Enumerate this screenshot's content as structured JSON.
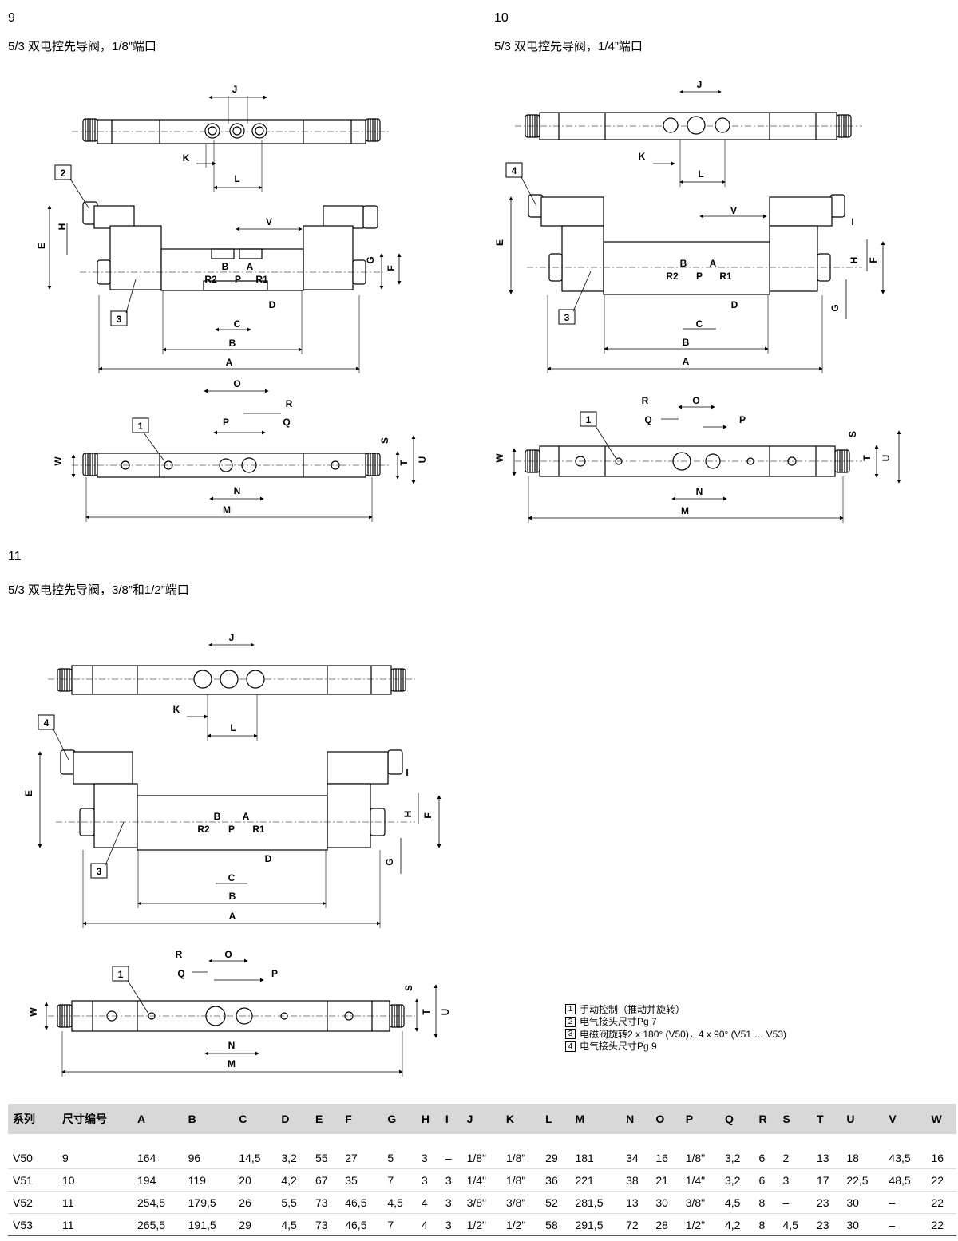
{
  "figures": [
    {
      "number": "9",
      "title": "5/3 双电控先导阀，1/8”端口"
    },
    {
      "number": "10",
      "title": "5/3 双电控先导阀，1/4”端口"
    },
    {
      "number": "11",
      "title": "5/3 双电控先导阀，3/8”和1/2”端口"
    }
  ],
  "dimension_labels": [
    "A",
    "B",
    "C",
    "D",
    "E",
    "F",
    "G",
    "H",
    "I",
    "J",
    "K",
    "L",
    "M",
    "N",
    "O",
    "P",
    "Q",
    "R",
    "S",
    "T",
    "U",
    "V",
    "W"
  ],
  "port_labels": [
    "B",
    "A",
    "R2",
    "P",
    "R1"
  ],
  "callouts": [
    "1",
    "2",
    "3",
    "4"
  ],
  "legend": [
    {
      "num": "1",
      "text": "手动控制（推动并旋转）"
    },
    {
      "num": "2",
      "text": "电气接头尺寸Pg 7"
    },
    {
      "num": "3",
      "text": "电磁阀旋转2 x 180° (V50)，4 x 90° (V51 … V53)"
    },
    {
      "num": "4",
      "text": "电气接头尺寸Pg 9"
    }
  ],
  "table": {
    "headers": [
      "系列",
      "尺寸编号",
      "A",
      "B",
      "C",
      "D",
      "E",
      "F",
      "G",
      "H",
      "I",
      "J",
      "K",
      "L",
      "M",
      "N",
      "O",
      "P",
      "Q",
      "R",
      "S",
      "T",
      "U",
      "V",
      "W"
    ],
    "rows": [
      [
        "V50",
        "9",
        "164",
        "96",
        "14,5",
        "3,2",
        "55",
        "27",
        "5",
        "3",
        "–",
        "1/8\"",
        "1/8\"",
        "29",
        "181",
        "34",
        "16",
        "1/8\"",
        "3,2",
        "6",
        "2",
        "13",
        "18",
        "43,5",
        "16"
      ],
      [
        "V51",
        "10",
        "194",
        "119",
        "20",
        "4,2",
        "67",
        "35",
        "7",
        "3",
        "3",
        "1/4\"",
        "1/8\"",
        "36",
        "221",
        "38",
        "21",
        "1/4\"",
        "3,2",
        "6",
        "3",
        "17",
        "22,5",
        "48,5",
        "22"
      ],
      [
        "V52",
        "11",
        "254,5",
        "179,5",
        "26",
        "5,5",
        "73",
        "46,5",
        "4,5",
        "4",
        "3",
        "3/8\"",
        "3/8\"",
        "52",
        "281,5",
        "13",
        "30",
        "3/8\"",
        "4,5",
        "8",
        "–",
        "23",
        "30",
        "–",
        "22"
      ],
      [
        "V53",
        "11",
        "265,5",
        "191,5",
        "29",
        "4,5",
        "73",
        "46,5",
        "7",
        "4",
        "3",
        "1/2\"",
        "1/2\"",
        "58",
        "291,5",
        "72",
        "28",
        "1/2\"",
        "4,2",
        "8",
        "4,5",
        "23",
        "30",
        "–",
        "22"
      ]
    ]
  }
}
